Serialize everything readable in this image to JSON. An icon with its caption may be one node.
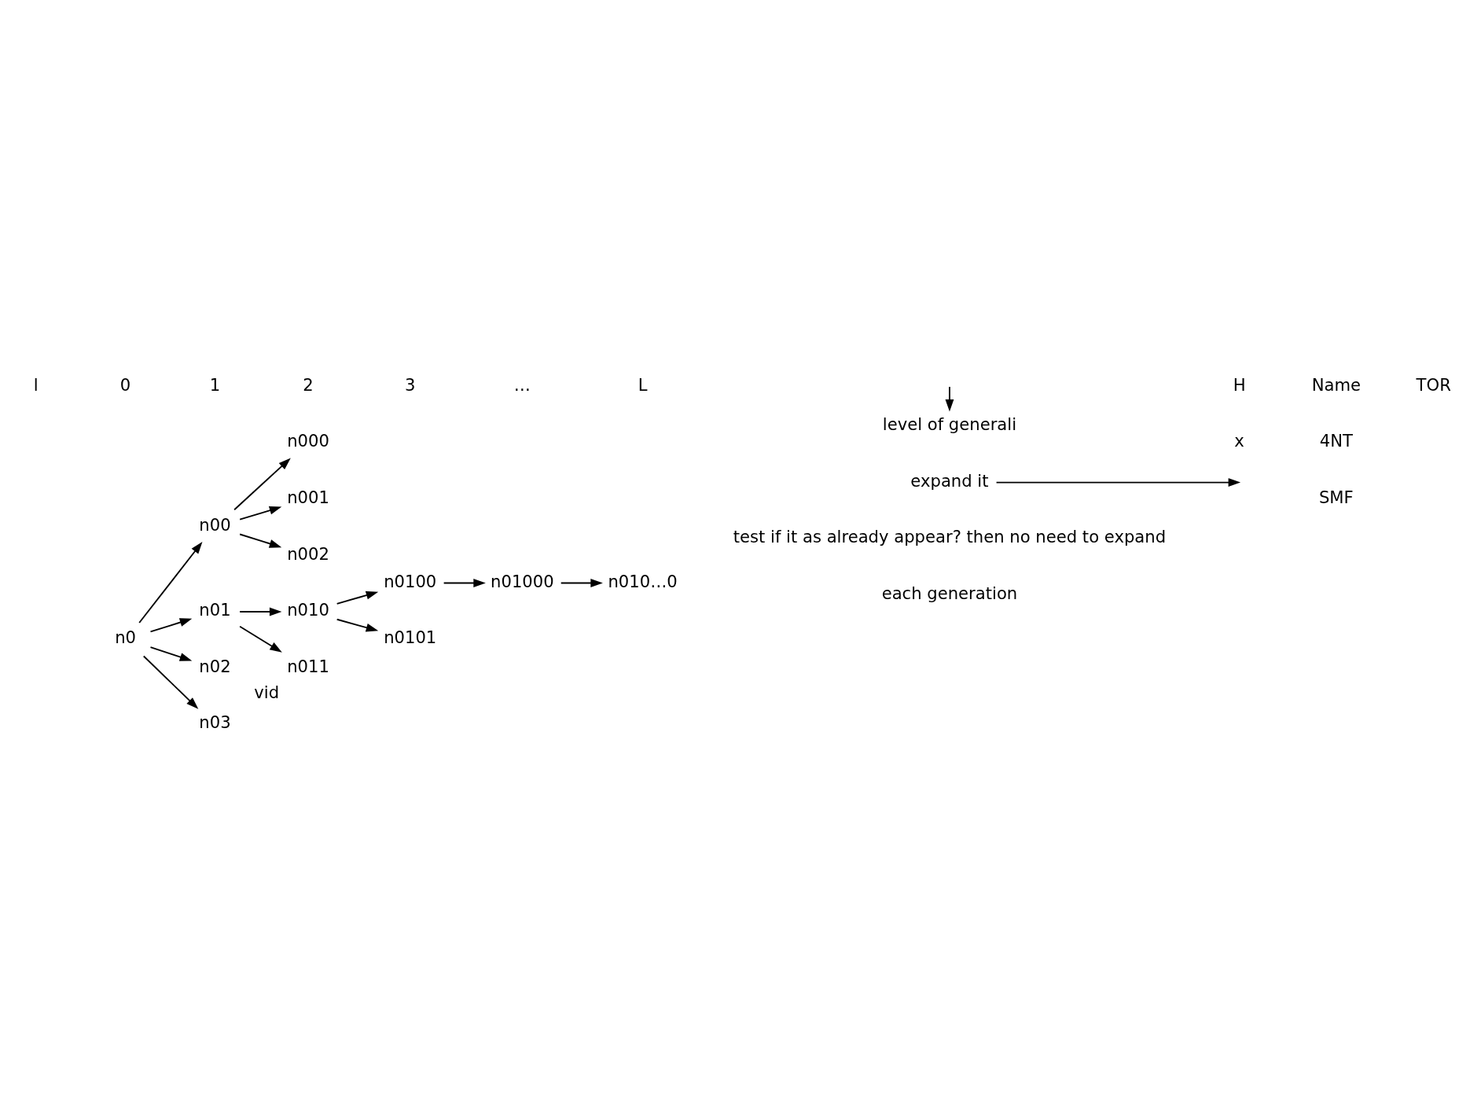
{
  "diagram": {
    "nodes": [
      {
        "text": [
          "n0"
        ]
      },
      {
        "text": [
          "n00"
        ]
      },
      {
        "text": [
          "n01"
        ]
      },
      {
        "text": [
          "n02"
        ]
      },
      {
        "text": [
          "n03"
        ]
      },
      {
        "text": [
          "n000"
        ]
      },
      {
        "text": [
          "n001"
        ]
      },
      {
        "text": [
          "n002"
        ]
      },
      {
        "text": [
          "n010"
        ]
      },
      {
        "text": [
          "n011"
        ],
        "beside": [
          "vid"
        ]
      },
      {
        "text": [
          "n0100"
        ]
      },
      {
        "text": [
          "n0101"
        ]
      },
      {
        "text": [
          "n01000"
        ]
      },
      {
        "text": [
          "n010…0"
        ]
      },
      {
        "text": [
          "level of generali"
        ]
      },
      {
        "text": [
          "expand it"
        ]
      }
    ],
    "edges": [
      {
        "from": 0,
        "to": 1,
        "arrow": "to"
      },
      {
        "from": 0,
        "to": 2,
        "arrow": "to"
      },
      {
        "from": 0,
        "to": 3,
        "arrow": "to"
      },
      {
        "from": 0,
        "to": 4,
        "arrow": "to"
      },
      {
        "from": 1,
        "to": 5,
        "arrow": "to"
      },
      {
        "from": 1,
        "to": 6,
        "arrow": "to"
      },
      {
        "from": 1,
        "to": 7,
        "arrow": "to"
      },
      {
        "from": 2,
        "to": 8,
        "arrow": "to"
      },
      {
        "from": 2,
        "to": 9,
        "arrow": "to"
      },
      {
        "from": 8,
        "to": 10,
        "arrow": "to"
      },
      {
        "from": 8,
        "to": 11,
        "arrow": "to"
      },
      {
        "from": 10,
        "to": 12,
        "arrow": "to"
      },
      {
        "from": 12,
        "to": 13,
        "arrow": "to"
      },
      {
        "from": null,
        "to": 14,
        "arrow": "to"
      },
      {
        "from": 15,
        "to": null,
        "arrow": "to"
      }
    ],
    "labels": [
      "l",
      "0",
      "1",
      "2",
      "3",
      "…",
      "L",
      "each generation",
      "test if it as already appear? then no need to expand",
      "H",
      "Name",
      "TOR",
      "x",
      "4NT",
      "SMF"
    ]
  }
}
